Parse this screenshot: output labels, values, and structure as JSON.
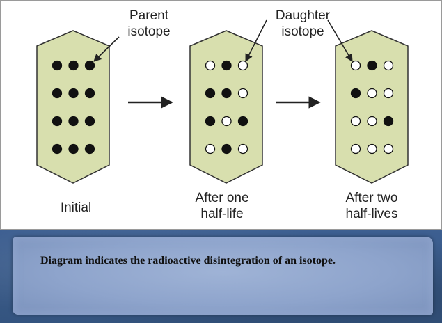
{
  "labels": {
    "parent": [
      "Parent",
      "isotope"
    ],
    "daughter": [
      "Daughter",
      "isotope"
    ]
  },
  "stages": [
    {
      "caption": [
        "Initial"
      ],
      "dots": [
        [
          "parent",
          "parent",
          "parent"
        ],
        [
          "parent",
          "parent",
          "parent"
        ],
        [
          "parent",
          "parent",
          "parent"
        ],
        [
          "parent",
          "parent",
          "parent"
        ]
      ]
    },
    {
      "caption": [
        "After one",
        "half-life"
      ],
      "dots": [
        [
          "daughter",
          "parent",
          "daughter"
        ],
        [
          "parent",
          "parent",
          "daughter"
        ],
        [
          "parent",
          "daughter",
          "parent"
        ],
        [
          "daughter",
          "parent",
          "daughter"
        ]
      ]
    },
    {
      "caption": [
        "After two",
        "half-lives"
      ],
      "dots": [
        [
          "daughter",
          "parent",
          "daughter"
        ],
        [
          "parent",
          "daughter",
          "daughter"
        ],
        [
          "daughter",
          "daughter",
          "parent"
        ],
        [
          "daughter",
          "daughter",
          "daughter"
        ]
      ]
    }
  ],
  "colors": {
    "sample_fill": "#d8dfae",
    "sample_stroke": "#333333",
    "parent_atom": "#111111",
    "daughter_atom": "#ffffff"
  },
  "caption_text": "Diagram indicates the radioactive disintegration of an isotope."
}
